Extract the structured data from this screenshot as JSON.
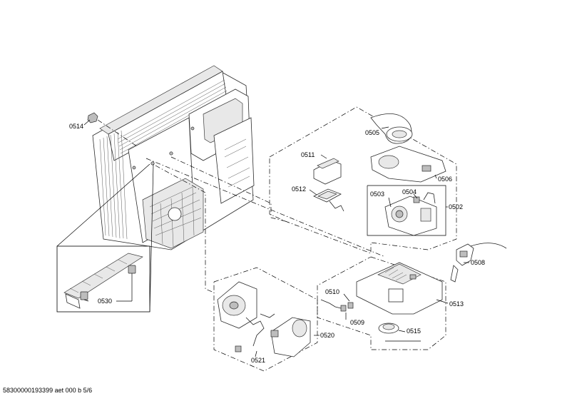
{
  "document_reference": "58300000193399 aet 000 b 5/6",
  "callouts": [
    {
      "id": "c0505",
      "label": "0505"
    },
    {
      "id": "c0511",
      "label": "0511"
    },
    {
      "id": "c0506",
      "label": "0506"
    },
    {
      "id": "c0512",
      "label": "0512"
    },
    {
      "id": "c0503",
      "label": "0503"
    },
    {
      "id": "c0504",
      "label": "0504"
    },
    {
      "id": "c0502",
      "label": "0502"
    },
    {
      "id": "c0514",
      "label": "0514"
    },
    {
      "id": "c0508",
      "label": "0508"
    },
    {
      "id": "c0530",
      "label": "0530"
    },
    {
      "id": "c0510",
      "label": "0510"
    },
    {
      "id": "c0513",
      "label": "0513"
    },
    {
      "id": "c0509",
      "label": "0509"
    },
    {
      "id": "c0520",
      "label": "0520"
    },
    {
      "id": "c0515",
      "label": "0515"
    },
    {
      "id": "c0521",
      "label": "0521"
    }
  ]
}
